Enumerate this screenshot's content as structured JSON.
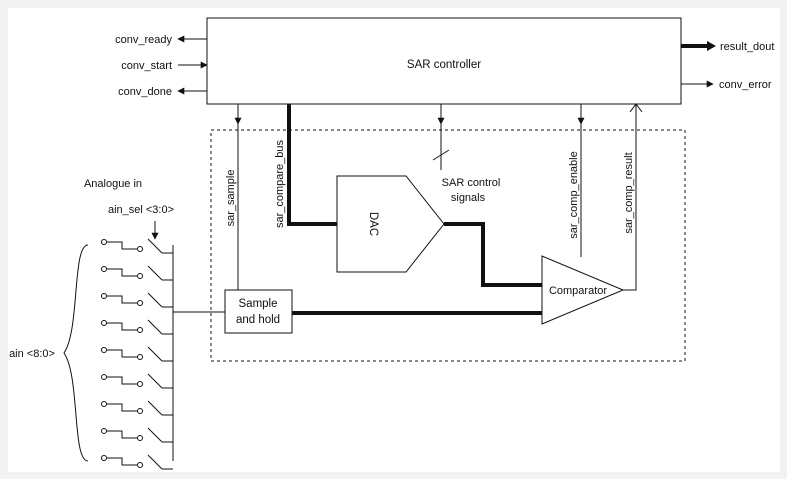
{
  "blocks": {
    "sar_controller": "SAR controller",
    "dac": "DAC",
    "sample_hold_line1": "Sample",
    "sample_hold_line2": "and hold",
    "comparator": "Comparator"
  },
  "outputs_left": {
    "conv_ready": "conv_ready",
    "conv_start": "conv_start",
    "conv_done": "conv_done"
  },
  "outputs_right": {
    "result_dout": "result_dout",
    "conv_error": "conv_error"
  },
  "signals": {
    "sar_sample": "sar_sample",
    "sar_compare_bus": "sar_compare_bus",
    "sar_control_line1": "SAR control",
    "sar_control_line2": "signals",
    "sar_comp_enable": "sar_comp_enable",
    "sar_comp_result": "sar_comp_result"
  },
  "inputs": {
    "analogue_in": "Analogue in",
    "ain_sel": "ain_sel <3:0>",
    "ain": "ain <8:0>"
  },
  "mux_channel_count": 9
}
